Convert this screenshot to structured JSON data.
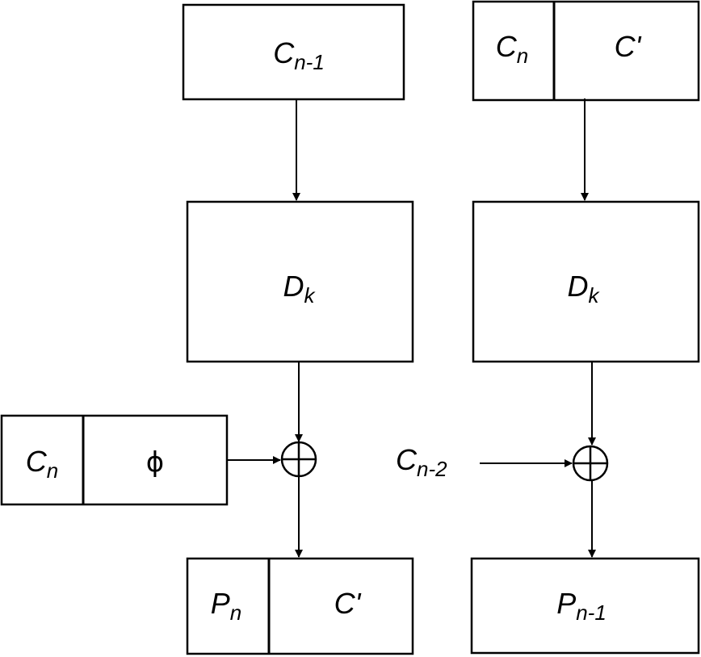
{
  "left_chain": {
    "input_box": {
      "base": "C",
      "sub": "n-1"
    },
    "decrypt_box": {
      "base": "D",
      "sub": "k"
    },
    "xor_input": {
      "cell1": {
        "base": "C",
        "sub": "n"
      },
      "cell2": {
        "symbol": "ϕ"
      }
    },
    "output": {
      "cell1": {
        "base": "P",
        "sub": "n"
      },
      "cell2": {
        "base": "C'"
      }
    }
  },
  "right_chain": {
    "input": {
      "cell1": {
        "base": "C",
        "sub": "n"
      },
      "cell2": {
        "base": "C'"
      }
    },
    "decrypt_box": {
      "base": "D",
      "sub": "k"
    },
    "xor_input_label": {
      "base": "C",
      "sub": "n-2"
    },
    "output": {
      "base": "P",
      "sub": "n-1"
    }
  }
}
